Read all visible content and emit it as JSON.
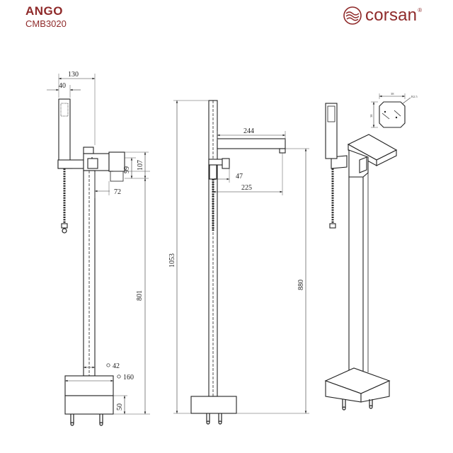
{
  "header": {
    "title": "ANGO",
    "code": "CMB3020",
    "brand": "corsan",
    "brand_mark": "®"
  },
  "accent_color": "#8f2a2a",
  "dimensions": {
    "d130": "130",
    "d40": "40",
    "d107": "107",
    "d99": "99",
    "d72": "72",
    "d801": "801",
    "d42": "42",
    "d160": "160",
    "d50": "50",
    "d244": "244",
    "d47": "47",
    "d225": "225",
    "d1053": "1053",
    "d880": "880",
    "detail_w": "38",
    "detail_h": "38",
    "detail_r": "R2.5"
  }
}
